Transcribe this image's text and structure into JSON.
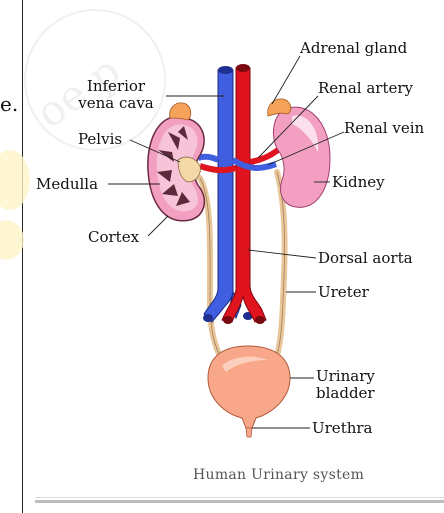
{
  "edge_fragment": "e.",
  "colors": {
    "vein": "#3f5fe0",
    "artery": "#e0141f",
    "kidney_cortex": "#f29fc2",
    "kidney_highlight": "#fbe0ec",
    "adrenal": "#f7a25a",
    "ureter": "#e9c79a",
    "bladder": "#f9a78a",
    "medulla_dark": "#5a2a3a"
  },
  "labels": {
    "adrenal_gland": "Adrenal gland",
    "inferior_vena_cava_line1": "Inferior",
    "inferior_vena_cava_line2": "vena cava",
    "renal_artery": "Renal artery",
    "renal_vein": "Renal vein",
    "pelvis": "Pelvis",
    "medulla": "Medulla",
    "kidney": "Kidney",
    "cortex": "Cortex",
    "dorsal_aorta": "Dorsal aorta",
    "ureter": "Ureter",
    "urinary_bladder_line1": "Urinary",
    "urinary_bladder_line2": "bladder",
    "urethra": "Urethra"
  },
  "caption": "Human Urinary system"
}
